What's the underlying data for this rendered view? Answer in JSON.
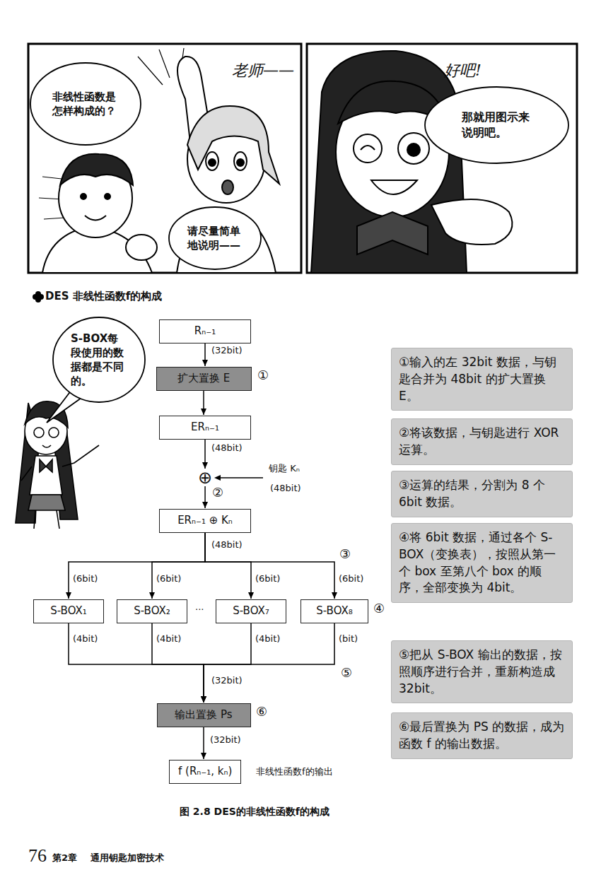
{
  "diagram": {
    "title": "DES 非线性函数f的构成",
    "caption": "图 2.8 DES的非线性函数f的构成",
    "nodes": [
      {
        "text": [
          "非线性函数是怎样构成的？"
        ]
      },
      {
        "text": [
          "请尽量简单地说明——"
        ]
      },
      {
        "text": [
          "那就用图示来说明吧。"
        ]
      },
      {
        "text": [
          "S-BOX每段使用的数据都是不同的。"
        ]
      },
      {
        "text": [
          "Rₙ₋₁"
        ]
      },
      {
        "text": [
          "扩大置换 E"
        ]
      },
      {
        "text": [
          "ERₙ₋₁"
        ]
      },
      {
        "text": [
          "⊕"
        ]
      },
      {
        "text": [
          "ERₙ₋₁ ⊕ Kₙ"
        ]
      },
      {
        "text": [
          "S-BOX₁"
        ]
      },
      {
        "text": [
          "S-BOX₂"
        ]
      },
      {
        "text": [
          "S-BOX₇"
        ]
      },
      {
        "text": [
          "S-BOX₈"
        ]
      },
      {
        "text": [
          "输出置换 Ps"
        ]
      },
      {
        "text": [
          "f (Rₙ₋₁, kₙ)"
        ]
      },
      {
        "text": [
          "①输入的左 32bit 数据，与钥匙合并为 48bit 的扩大置换 E。"
        ]
      },
      {
        "text": [
          "②将该数据，与钥匙进行 XOR 运算。"
        ]
      },
      {
        "text": [
          "③运算的结果，分割为 8 个 6bit 数据。"
        ]
      },
      {
        "text": [
          "④将 6bit 数据，通过各个 S-BOX（变换表），按照从第一个 box 至第八个 box 的顺序，全部变换为 4bit。"
        ]
      },
      {
        "text": [
          "⑤把从 S-BOX 输出的数据，按照顺序进行合并，重新构造成 32bit。"
        ]
      },
      {
        "text": [
          "⑥最后置换为 PS 的数据，成为函数 f 的输出数据。"
        ]
      }
    ],
    "edges": [
      {
        "from": 4,
        "to": 5,
        "arrow": "to",
        "label": "(32bit)"
      },
      {
        "from": 5,
        "to": 6,
        "arrow": "to"
      },
      {
        "from": 6,
        "to": 7,
        "arrow": "to",
        "label": "(48bit)"
      },
      {
        "from": 7,
        "to": 8,
        "arrow": "to"
      },
      {
        "from": 8,
        "to": 9,
        "arrow": "to",
        "label": "(6bit)"
      },
      {
        "from": 8,
        "to": 10,
        "arrow": "to",
        "label": "(6bit)"
      },
      {
        "from": 8,
        "to": 11,
        "arrow": "to",
        "label": "(6bit)"
      },
      {
        "from": 8,
        "to": 12,
        "arrow": "to",
        "label": "(6bit)"
      },
      {
        "from": 9,
        "to": 13,
        "arrow": "to",
        "label": "(4bit)"
      },
      {
        "from": 10,
        "to": 13,
        "arrow": "to",
        "label": "(4bit)"
      },
      {
        "from": 11,
        "to": 13,
        "arrow": "to",
        "label": "(4bit)"
      },
      {
        "from": 12,
        "to": 13,
        "arrow": "to",
        "label": "(bit)"
      },
      {
        "from": 13,
        "to": 14,
        "arrow": "to",
        "label": "(32bit)"
      }
    ],
    "labels": [
      "老师——",
      "好吧!",
      "①",
      "②",
      "钥匙 Kₙ",
      "(48bit)",
      "(48bit)",
      "③",
      "···",
      "④",
      "⑤",
      "(32bit)",
      "⑥",
      "非线性函数f的输出",
      "76",
      "第2章",
      "通用钥匙加密技术"
    ]
  }
}
